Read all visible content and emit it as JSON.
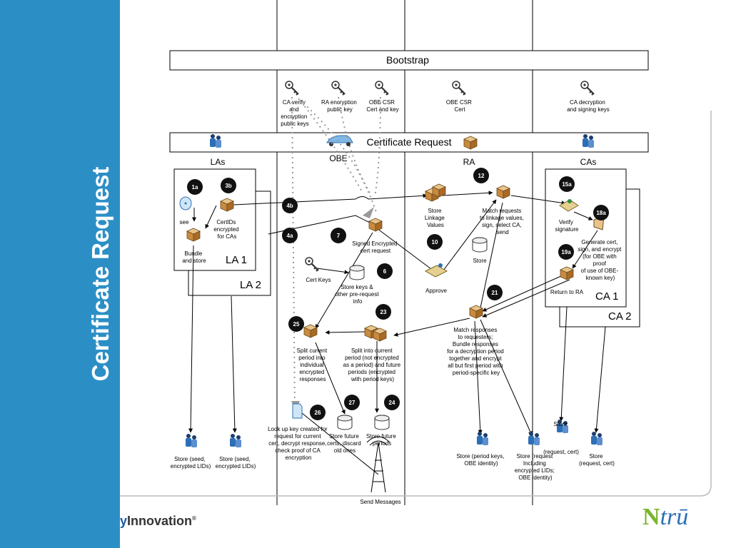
{
  "slide": {
    "title": "Certificate Request",
    "brand_left_prefix": "y",
    "brand_left_main": "Innovation",
    "brand_left_mark": "®",
    "brand_right_n": "N",
    "brand_right_rest": "trū"
  },
  "colors": {
    "sidebar": "#2b8fc6",
    "badge": "#111111",
    "box_border": "#000000",
    "dotted": "#999999"
  },
  "bars": {
    "bootstrap": "Bootstrap",
    "cert_request": "Certificate Request"
  },
  "columns": {
    "las": "LAs",
    "obe": "OBE",
    "ra": "RA",
    "cas": "CAs"
  },
  "boxes": {
    "la1": "LA 1",
    "la2": "LA 2",
    "ca1": "CA 1",
    "ca2": "CA 2"
  },
  "keys": {
    "ca_verify": [
      "CA verify",
      "and",
      "encryption",
      "public keys"
    ],
    "ra_enc": [
      "RA encryption",
      "public key"
    ],
    "obe_csr": [
      "OBE CSR",
      "Cert and key"
    ],
    "obe_csr_cert": [
      "OBE CSR",
      "Cert"
    ],
    "ca_decrypt": [
      "CA decryption",
      "and signing keys"
    ]
  },
  "badges": {
    "b1a": "1a",
    "b3b": "3b",
    "b4b": "4b",
    "b4a": "4a",
    "b7": "7",
    "b6": "6",
    "b12": "12",
    "b10": "10",
    "b15a": "15a",
    "b18a": "18a",
    "b19a": "19a",
    "b21": "21",
    "b23": "23",
    "b25": "25",
    "b26": "26",
    "b27": "27",
    "b24": "24"
  },
  "labels": {
    "seed": "see",
    "certids": [
      "CertIDs",
      "encrypted",
      "for CAs"
    ],
    "bundle": [
      "Bundle",
      "and store"
    ],
    "signed_enc": [
      "Signed Encrypted",
      "cert request"
    ],
    "cert_keys": "Cert Keys",
    "store_keys": [
      "Store keys &",
      "other pre-request",
      "info"
    ],
    "store_linkage": [
      "Store",
      "Linkage",
      "Values"
    ],
    "approve": "Approve",
    "match_requests": [
      "Match requests",
      "to linkage values,",
      "sign, select CA,",
      "send"
    ],
    "ra_store": "Store",
    "verify_sig": [
      "Verify",
      "signature"
    ],
    "generate": [
      "Generate cert,",
      "sign, and encrypt",
      "(for OBE with",
      "proof",
      "of use of OBE-",
      "known key)"
    ],
    "return_ra": "Return to RA",
    "match_responses": [
      "Match responses",
      "to requesters;",
      "Bundle responses",
      "for a decryption period",
      "together and encrypt",
      "all but first period with",
      "period-specific key"
    ],
    "split_into": [
      "Split into current",
      "period (not encrypted",
      "as a period) and future",
      "periods (encrypted",
      "with period keys)"
    ],
    "split_current": [
      "Split current",
      "period into",
      "individual",
      "encrypted",
      "responses"
    ],
    "lookup": [
      "Look up key created for",
      "request for current",
      "cert, decrypt response,",
      "check proof of CA",
      "encryption"
    ],
    "store_future_certs": [
      "Store future",
      "certs, discard",
      "old ones"
    ],
    "store_future_periods": [
      "Store future",
      "periods"
    ],
    "send_messages": "Send Messages",
    "la_store1": [
      "Store (seed,",
      "encrypted LIDs)"
    ],
    "la_store2": [
      "Store (seed,",
      "encrypted LIDs)"
    ],
    "ra_store_period": [
      "Store (period keys,",
      "OBE identity)"
    ],
    "ra_store_request": [
      "Store (request",
      "Including",
      "encrypted LIDs;",
      "OBE identity)"
    ],
    "ca_store1": [
      "Store",
      "(request, cert)"
    ],
    "ca_store2": [
      "Store",
      "(request, cert)"
    ]
  }
}
